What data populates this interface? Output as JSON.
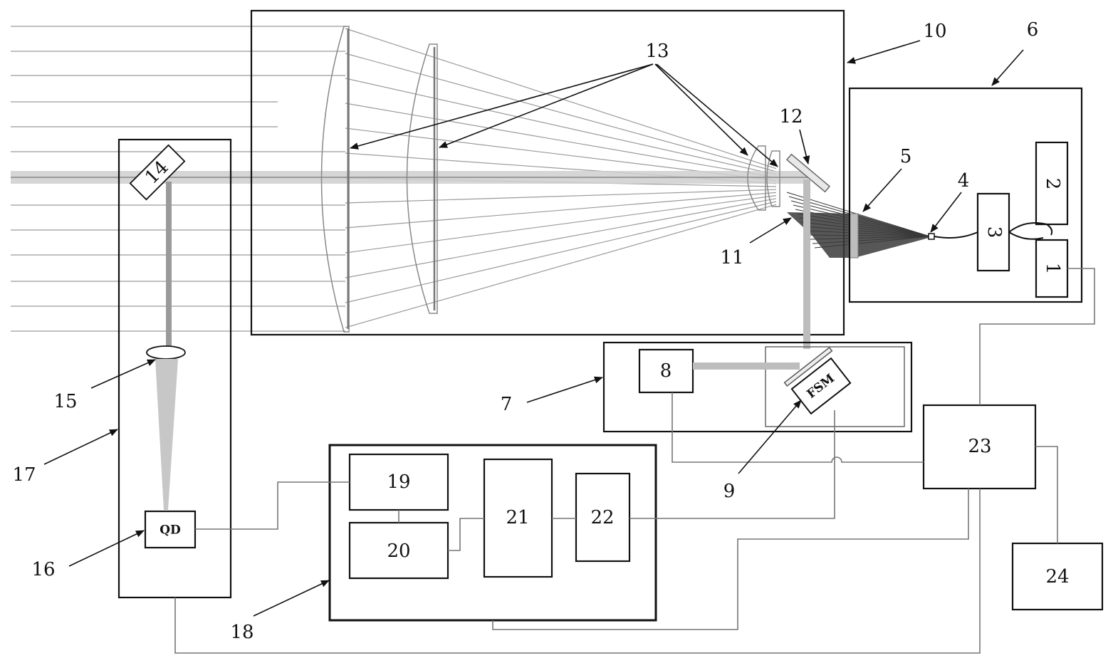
{
  "components": {
    "c1": "1",
    "c2": "2",
    "c3": "3",
    "c8": "8",
    "c19": "19",
    "c20": "20",
    "c21": "21",
    "c22": "22",
    "c23": "23",
    "c24": "24",
    "fsm": "FSM",
    "qd": "QD",
    "c14": "14"
  },
  "callouts": {
    "n4": "4",
    "n5": "5",
    "n6": "6",
    "n7": "7",
    "n9": "9",
    "n10": "10",
    "n11": "11",
    "n12": "12",
    "n13": "13",
    "n15": "15",
    "n16": "16",
    "n17": "17",
    "n18": "18"
  }
}
